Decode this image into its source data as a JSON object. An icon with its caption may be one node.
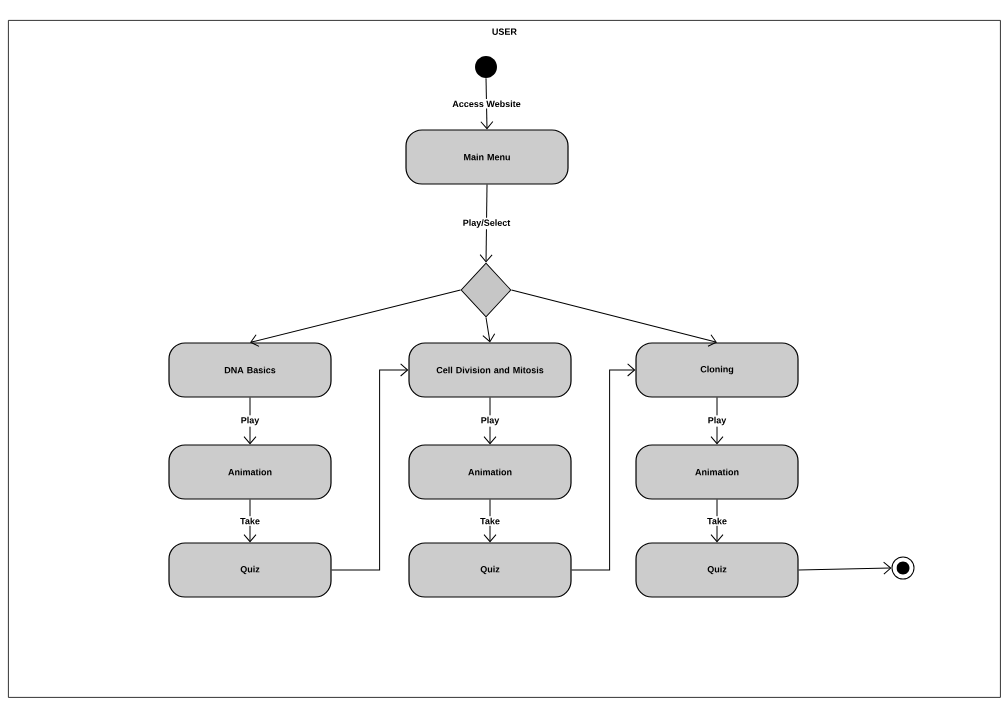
{
  "diagram": {
    "nodes": [
      {
        "text": [
          "USER"
        ]
      },
      {
        "text": [],
        "shape": "circle",
        "in": 0
      },
      {
        "text": [
          "Main Menu"
        ],
        "in": 0
      },
      {
        "text": [],
        "shape": "diamond",
        "in": 0
      },
      {
        "text": [
          "DNA Basics"
        ],
        "in": 0
      },
      {
        "text": [
          "Cell Division and Mitosis"
        ],
        "in": 0
      },
      {
        "text": [
          "Cloning"
        ],
        "in": 0
      },
      {
        "text": [
          "Animation"
        ],
        "in": 0
      },
      {
        "text": [
          "Animation"
        ],
        "in": 0
      },
      {
        "text": [
          "Animation"
        ],
        "in": 0
      },
      {
        "text": [
          "Quiz"
        ],
        "in": 0
      },
      {
        "text": [
          "Quiz"
        ],
        "in": 0
      },
      {
        "text": [
          "Quiz"
        ],
        "in": 0
      },
      {
        "text": [],
        "shape": "bullseye",
        "in": 0
      }
    ],
    "edges": [
      {
        "from": 1,
        "to": 2,
        "arrow": "to",
        "label": "Access Website"
      },
      {
        "from": 2,
        "to": 3,
        "arrow": "to",
        "label": "Play/Select"
      },
      {
        "from": 3,
        "to": 4,
        "arrow": "to"
      },
      {
        "from": 3,
        "to": 5,
        "arrow": "to"
      },
      {
        "from": 3,
        "to": 6,
        "arrow": "to"
      },
      {
        "from": 4,
        "to": 7,
        "arrow": "to",
        "label": "Play"
      },
      {
        "from": 7,
        "to": 10,
        "arrow": "to",
        "label": "Take"
      },
      {
        "from": 5,
        "to": 8,
        "arrow": "to",
        "label": "Play"
      },
      {
        "from": 8,
        "to": 11,
        "arrow": "to",
        "label": "Take"
      },
      {
        "from": 6,
        "to": 9,
        "arrow": "to",
        "label": "Play"
      },
      {
        "from": 9,
        "to": 12,
        "arrow": "to",
        "label": "Take"
      },
      {
        "from": 10,
        "to": 5,
        "arrow": "to"
      },
      {
        "from": 11,
        "to": 6,
        "arrow": "to"
      },
      {
        "from": 12,
        "to": 13,
        "arrow": "to"
      }
    ]
  }
}
